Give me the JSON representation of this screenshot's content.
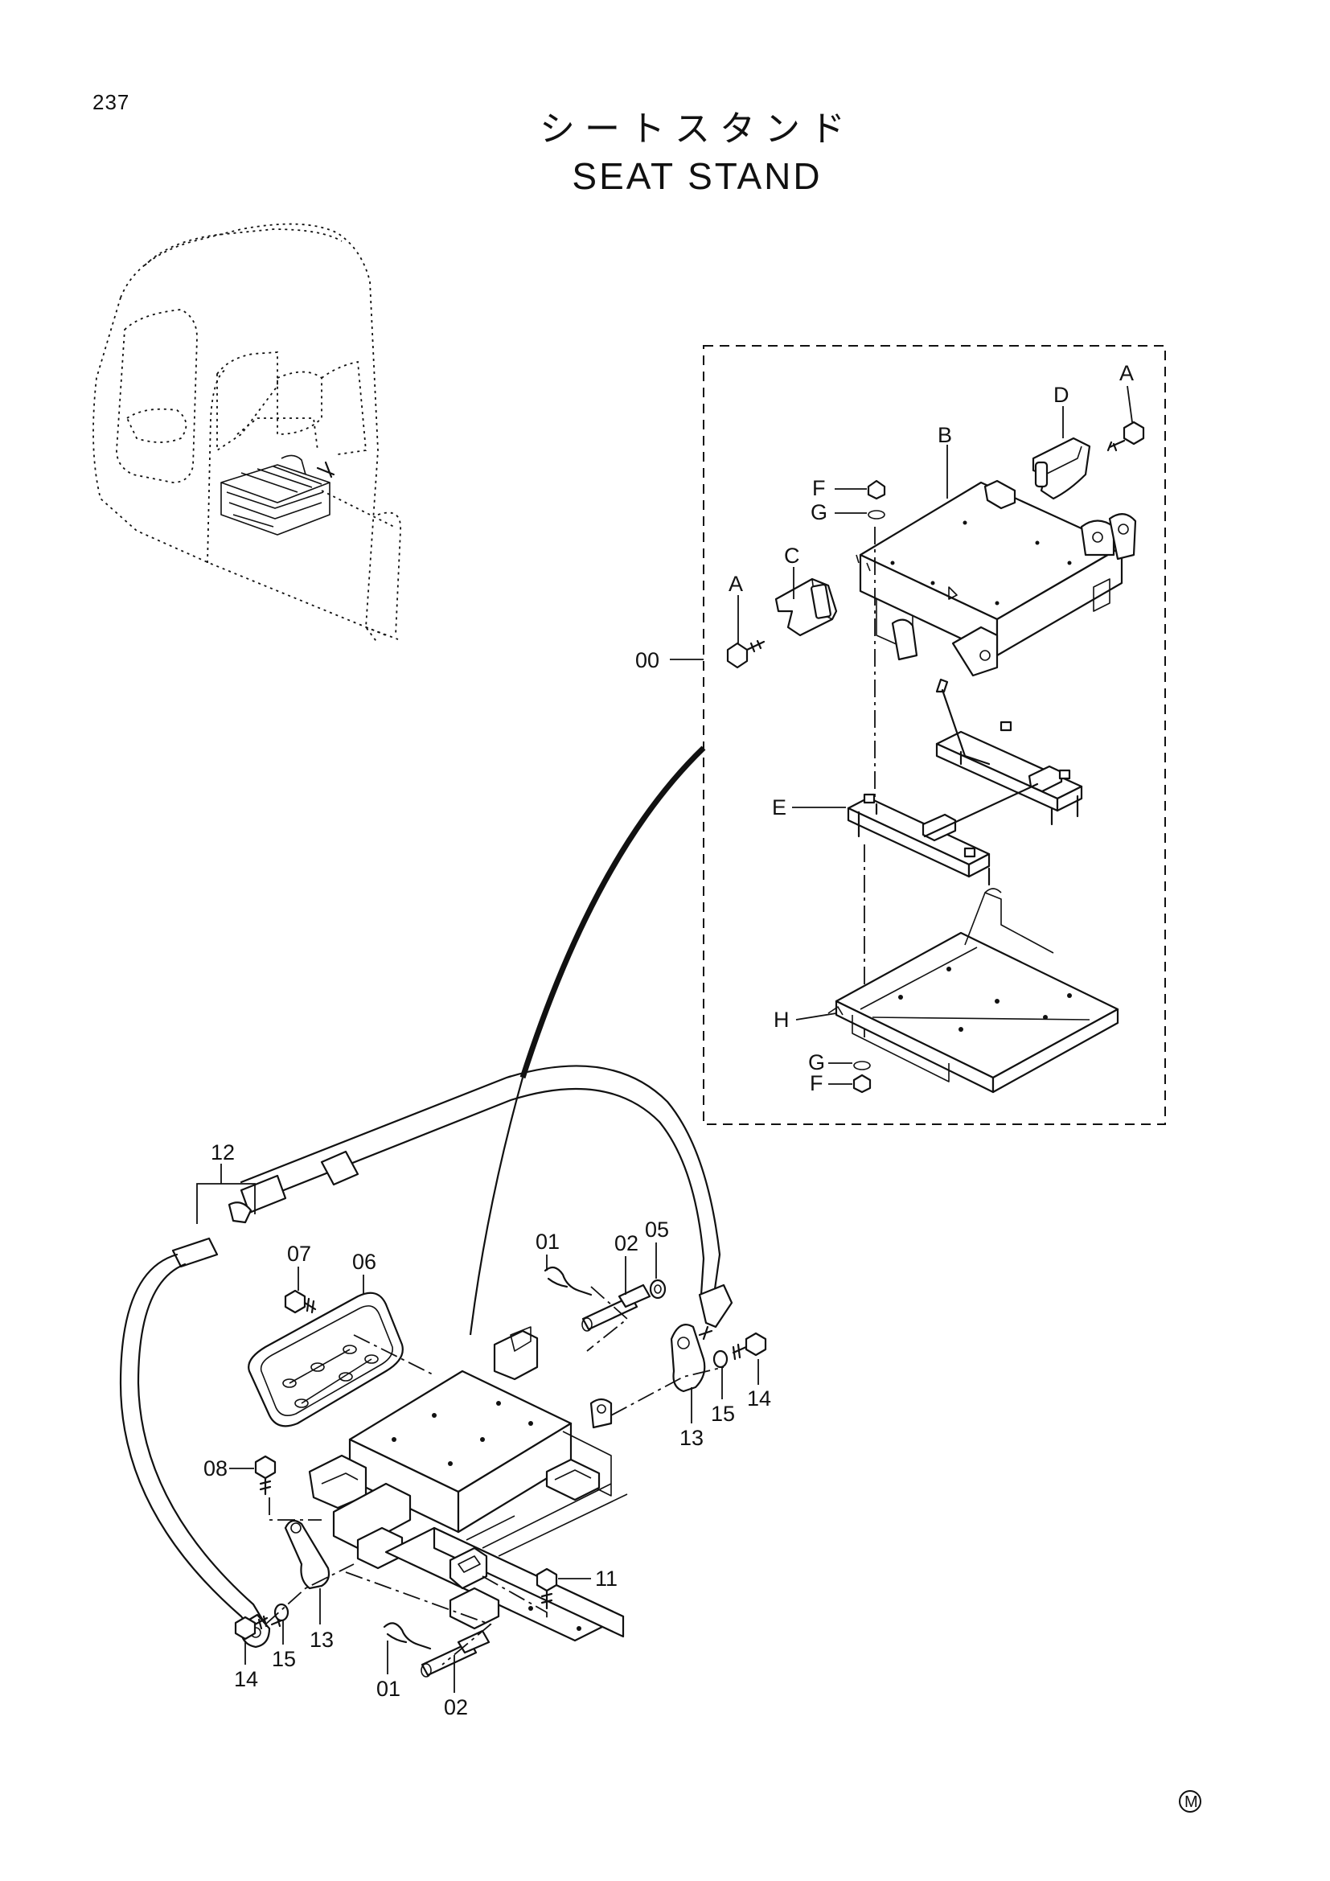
{
  "page_number": "237",
  "title_ja": "シートスタンド",
  "title_en": "SEAT STAND",
  "assembly_callouts": {
    "assembly": "00",
    "A_top": "A",
    "A_left": "A",
    "B": "B",
    "C": "C",
    "D": "D",
    "E": "E",
    "F_top": "F",
    "F_bottom": "F",
    "G_top": "G",
    "G_bottom": "G",
    "H": "H"
  },
  "part_callouts": {
    "p01_top": "01",
    "p01_bottom": "01",
    "p02_top": "02",
    "p02_bottom": "02",
    "p05": "05",
    "p06": "06",
    "p07": "07",
    "p08": "08",
    "p11": "11",
    "p12": "12",
    "p13_right": "13",
    "p13_left": "13",
    "p14_right": "14",
    "p14_left": "14",
    "p15_right": "15",
    "p15_left": "15"
  },
  "corner_mark": "M"
}
